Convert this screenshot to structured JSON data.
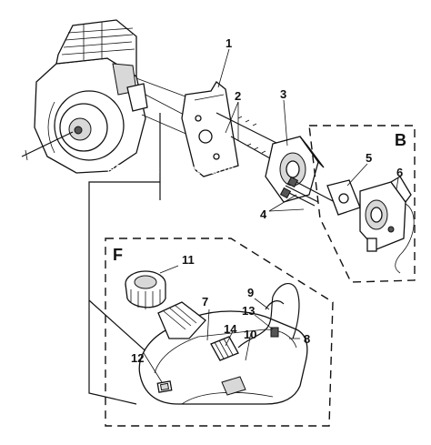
{
  "watermark": "eReplacementParts.com",
  "callouts": {
    "c1": "1",
    "c2": "2",
    "c3": "3",
    "c4": "4",
    "c5": "5",
    "c6": "6",
    "c7": "7",
    "c8": "8",
    "c9": "9",
    "c10": "10",
    "c11": "11",
    "c12": "12",
    "c13": "13",
    "c14": "14"
  },
  "group_labels": {
    "b": "B",
    "f": "F"
  }
}
